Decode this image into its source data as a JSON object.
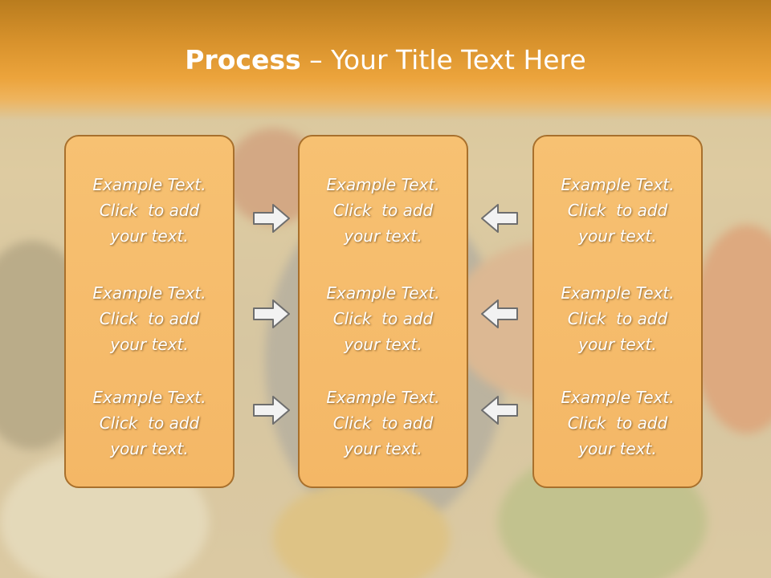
{
  "title": {
    "bold": "Process",
    "rest": " – Your Title Text Here"
  },
  "columns": [
    {
      "items": [
        {
          "l1": "Example Text.",
          "l2": "Click  to add",
          "l3": "your text."
        },
        {
          "l1": "Example Text.",
          "l2": "Click  to add",
          "l3": "your text."
        },
        {
          "l1": "Example Text.",
          "l2": "Click  to add",
          "l3": "your text."
        }
      ]
    },
    {
      "items": [
        {
          "l1": "Example Text.",
          "l2": "Click  to add",
          "l3": "your text."
        },
        {
          "l1": "Example Text.",
          "l2": "Click  to add",
          "l3": "your text."
        },
        {
          "l1": "Example Text.",
          "l2": "Click  to add",
          "l3": "your text."
        }
      ]
    },
    {
      "items": [
        {
          "l1": "Example Text.",
          "l2": "Click  to add",
          "l3": "your text."
        },
        {
          "l1": "Example Text.",
          "l2": "Click  to add",
          "l3": "your text."
        },
        {
          "l1": "Example Text.",
          "l2": "Click  to add",
          "l3": "your text."
        }
      ]
    }
  ],
  "arrows": {
    "left_group": "arrow-right-icon",
    "right_group": "arrow-left-icon"
  },
  "colors": {
    "header": "#eca43c",
    "box_fill": "#f6bd6e",
    "box_border": "#a8702c",
    "arrow_fill": "#f2f2f2",
    "arrow_stroke": "#6e6e6e"
  }
}
